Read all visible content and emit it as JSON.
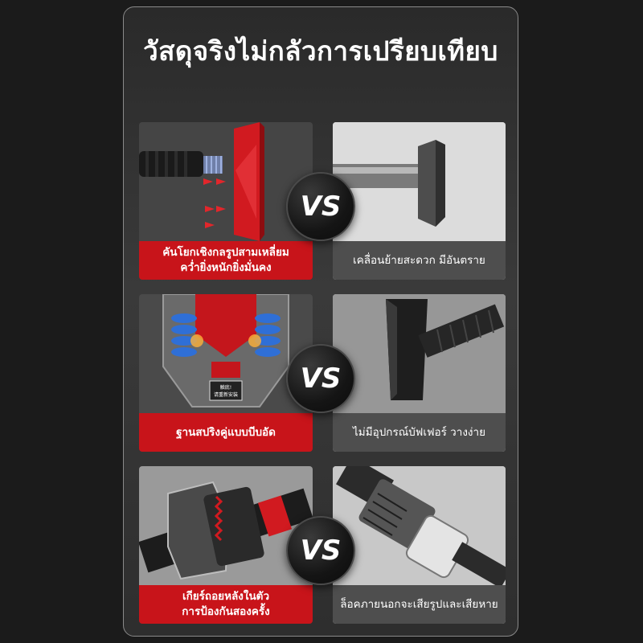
{
  "title": "วัสดุจริงไม่กลัวการเปรียบเทียบ",
  "vs_label": "VS",
  "colors": {
    "accent_red": "#c8141a",
    "dark_caption": "#4e4e4e",
    "frame_border": "#8a8a8a"
  },
  "comparisons": [
    {
      "ours": {
        "line1": "คันโยกเชิงกลรูปสามเหลี่ยม",
        "line2": "คว่ำยิ่งหนักยิ่งมั่นคง"
      },
      "theirs": {
        "text": "เคลื่อนย้ายสะดวก มีอันตราย"
      }
    },
    {
      "ours": {
        "line1": "ฐานสปริงคู่แบบบีบอัด",
        "line2": ""
      },
      "theirs": {
        "text": "ไม่มีอุปกรณ์บัฟเฟอร์ วางง่าย"
      }
    },
    {
      "ours": {
        "line1": "เกียร์ถอยหลังในตัว",
        "line2": "การป้องกันสองครั้ง"
      },
      "theirs": {
        "text": "ล็อคภายนอกจะเสียรูปและเสียหาย"
      }
    }
  ],
  "warning_sticker": {
    "line1": "触底!",
    "line2": "请重新安装"
  }
}
